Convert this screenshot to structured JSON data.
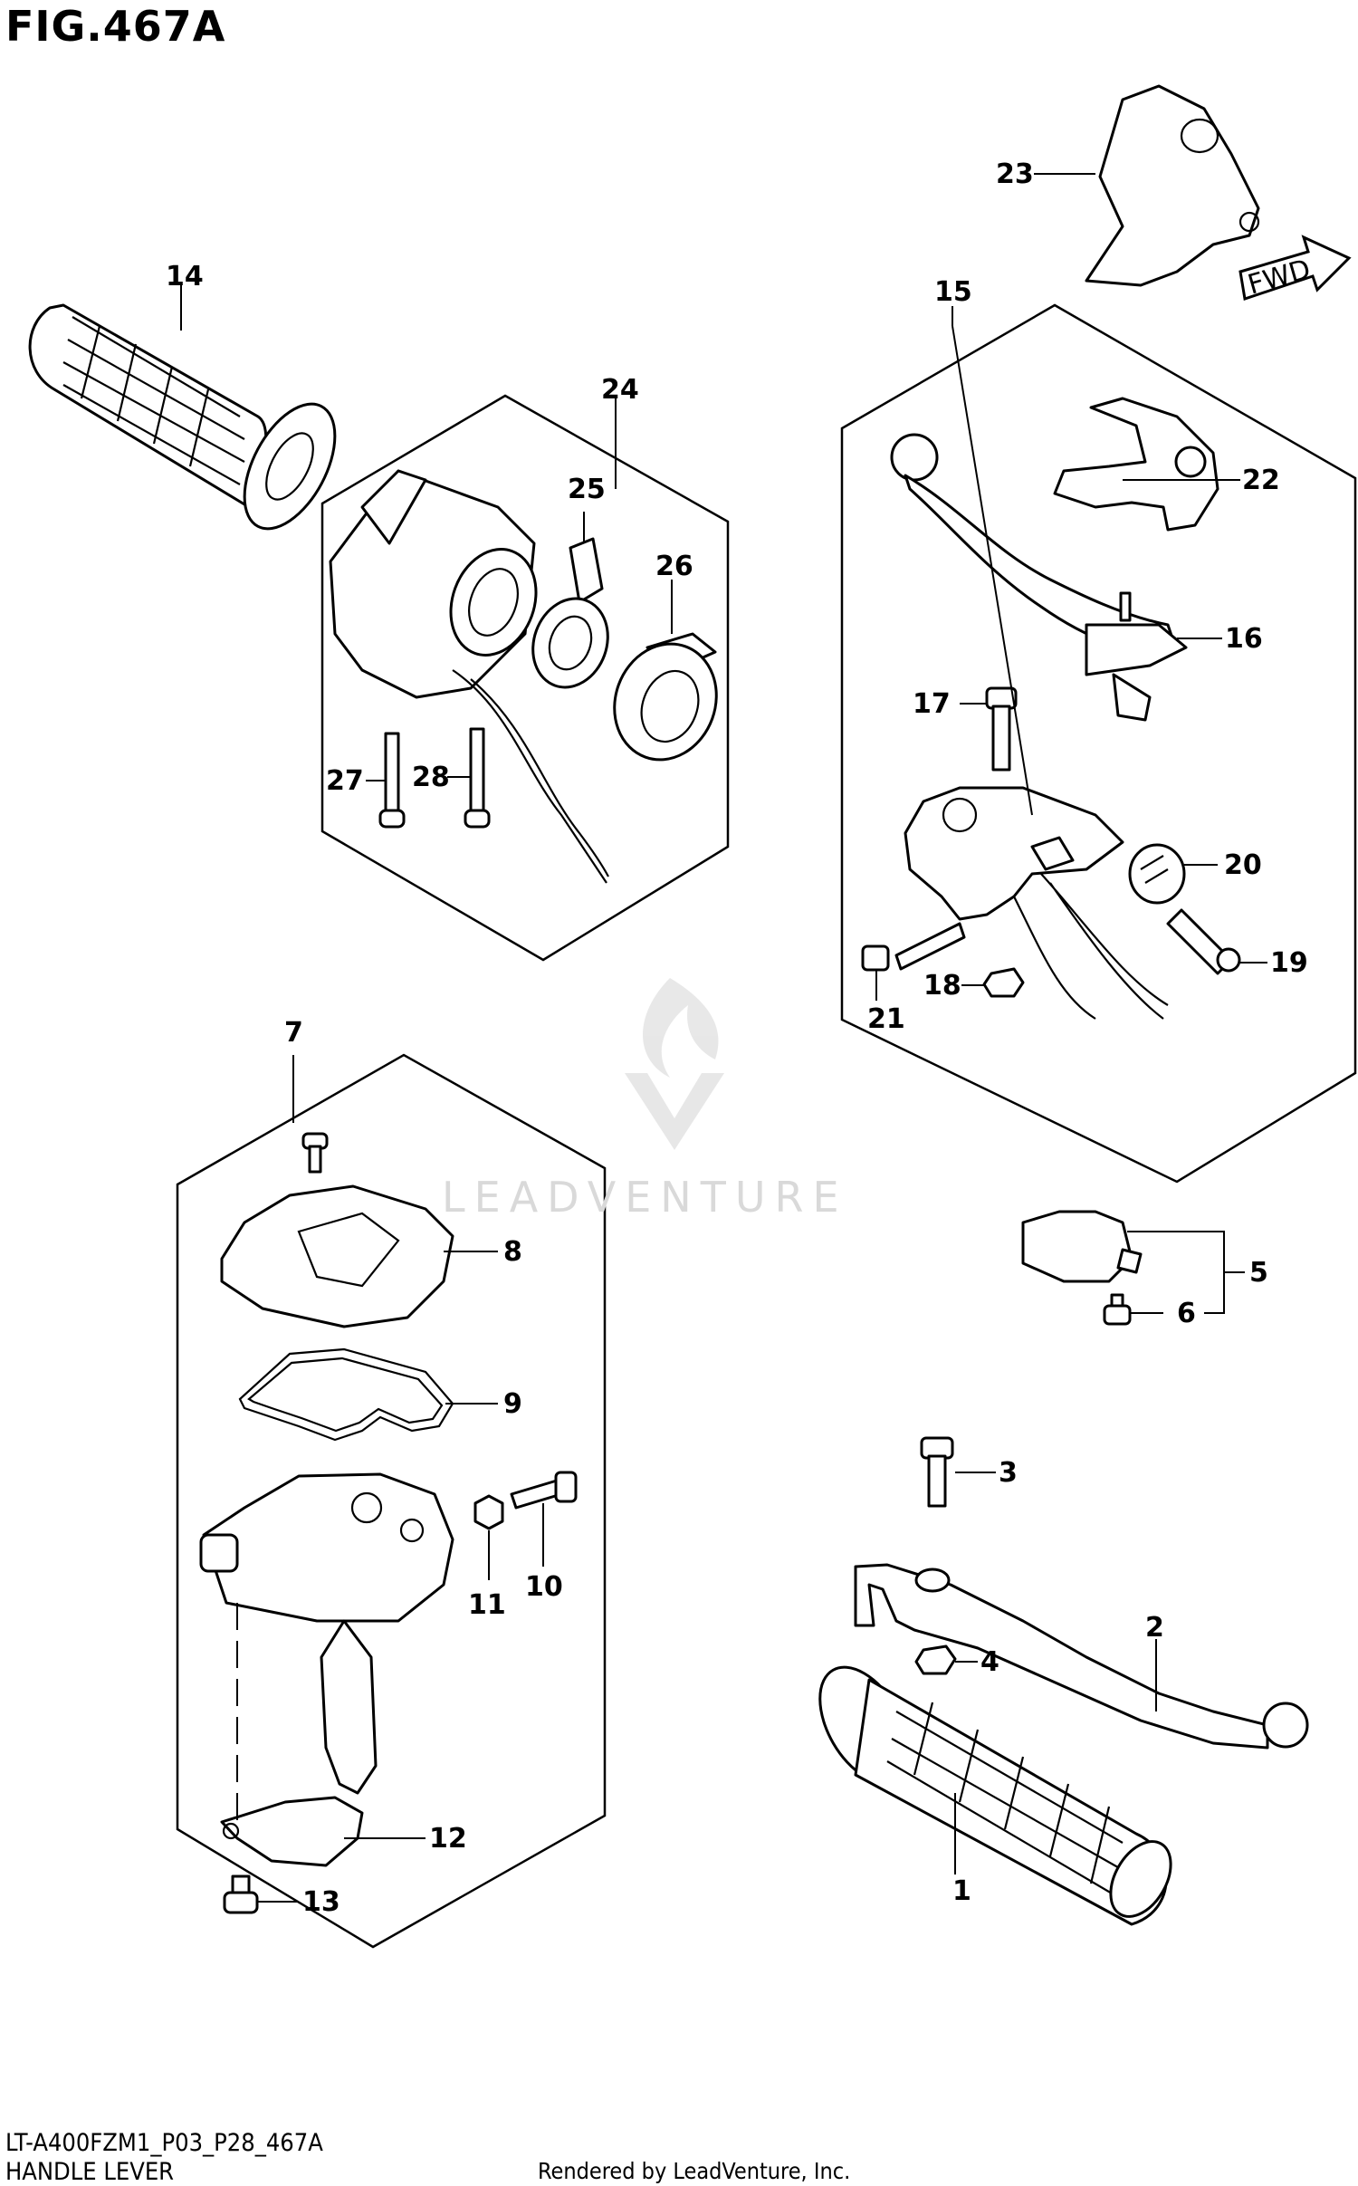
{
  "figure": {
    "title": "FIG.467A",
    "code": "LT-A400FZM1_P03_P28_467A",
    "caption": "HANDLE LEVER",
    "render_credit": "Rendered by LeadVenture, Inc.",
    "watermark": "LEADVENTURE",
    "fwd_label": "FWD"
  },
  "callouts": [
    "1",
    "2",
    "3",
    "4",
    "5",
    "6",
    "7",
    "8",
    "9",
    "10",
    "11",
    "12",
    "13",
    "14",
    "15",
    "16",
    "17",
    "18",
    "19",
    "20",
    "21",
    "22",
    "23",
    "24",
    "25",
    "26",
    "27",
    "28"
  ]
}
